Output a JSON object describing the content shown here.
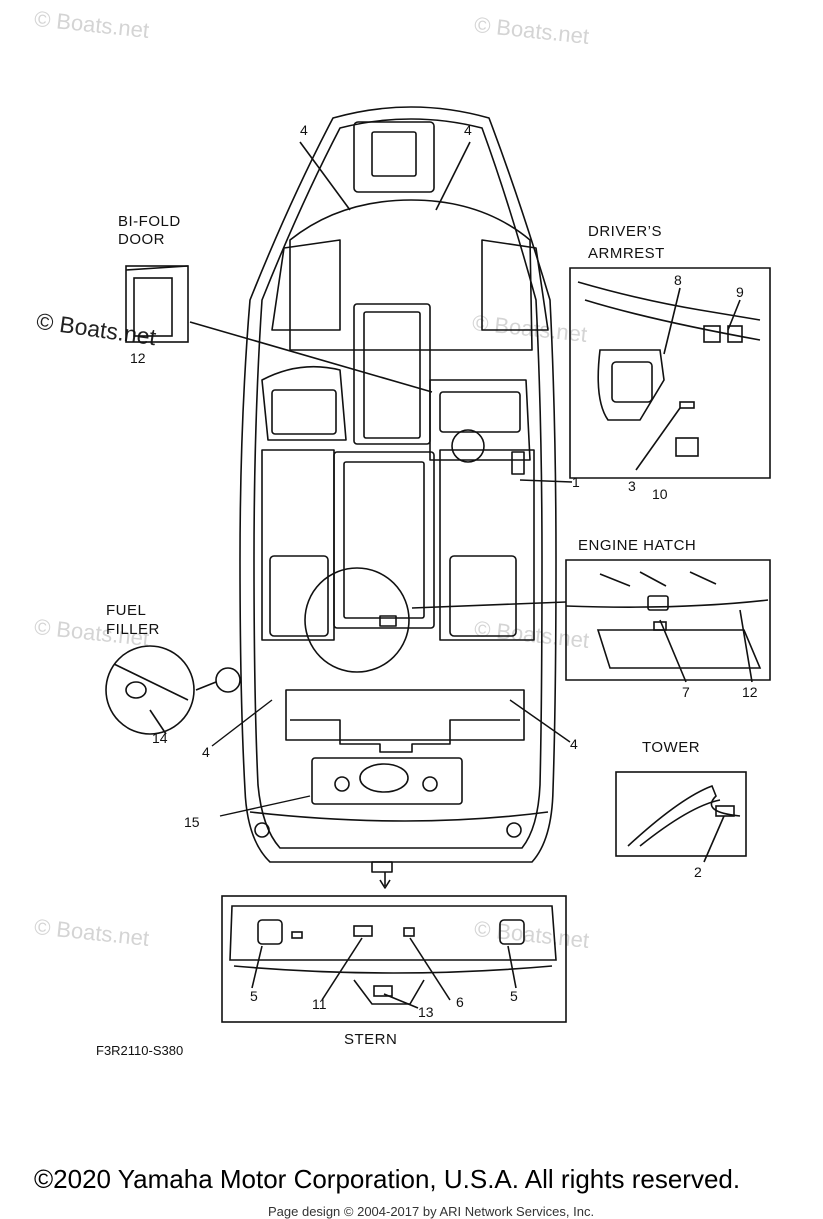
{
  "watermarks": {
    "text": "© Boats.net"
  },
  "labels": {
    "bifold_line1": "BI-FOLD",
    "bifold_line2": "DOOR",
    "drivers_line1": "DRIVER’S",
    "drivers_line2": "ARMREST",
    "engine_hatch": "ENGINE HATCH",
    "fuel_line1": "FUEL",
    "fuel_line2": "FILLER",
    "tower": "TOWER",
    "stern": "STERN"
  },
  "callouts": {
    "c4a": "4",
    "c4b": "4",
    "c4c": "4",
    "c4d": "4",
    "c12a": "12",
    "c12b": "12",
    "c8": "8",
    "c9": "9",
    "c1": "1",
    "c3": "3",
    "c10": "10",
    "c7": "7",
    "c14": "14",
    "c15": "15",
    "c2": "2",
    "c5a": "5",
    "c5b": "5",
    "c11": "11",
    "c13": "13",
    "c6": "6"
  },
  "diagram_code": "F3R2110-S380",
  "footer": {
    "copyright": "©2020 Yamaha Motor Corporation, U.S.A. All rights reserved.",
    "page_design": "Page design © 2004-2017 by ARI Network Services, Inc."
  }
}
